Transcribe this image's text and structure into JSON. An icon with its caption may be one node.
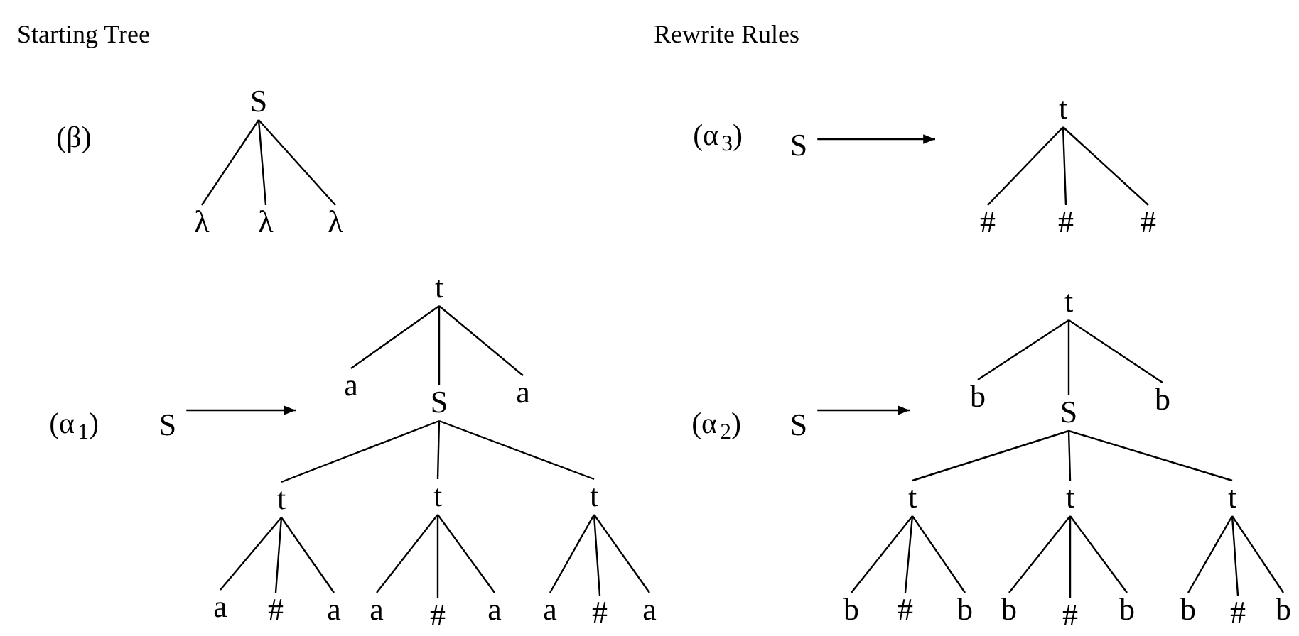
{
  "diagram": {
    "nodes": [
      {
        "text": [
          "S"
        ]
      },
      {
        "text": [
          "λ"
        ]
      },
      {
        "text": [
          "λ"
        ]
      },
      {
        "text": [
          "λ"
        ]
      },
      {
        "text": [
          "S"
        ]
      },
      {
        "text": [
          "t"
        ]
      },
      {
        "text": [
          "#"
        ]
      },
      {
        "text": [
          "#"
        ]
      },
      {
        "text": [
          "#"
        ]
      },
      {
        "text": [
          "S"
        ]
      },
      {
        "text": [
          "t"
        ]
      },
      {
        "text": [
          "a"
        ]
      },
      {
        "text": [
          "S"
        ]
      },
      {
        "text": [
          "a"
        ]
      },
      {
        "text": [
          "t"
        ]
      },
      {
        "text": [
          "t"
        ]
      },
      {
        "text": [
          "t"
        ]
      },
      {
        "text": [
          "a"
        ]
      },
      {
        "text": [
          "#"
        ]
      },
      {
        "text": [
          "a"
        ]
      },
      {
        "text": [
          "a"
        ]
      },
      {
        "text": [
          "#"
        ]
      },
      {
        "text": [
          "a"
        ]
      },
      {
        "text": [
          "a"
        ]
      },
      {
        "text": [
          "#"
        ]
      },
      {
        "text": [
          "a"
        ]
      },
      {
        "text": [
          "S"
        ]
      },
      {
        "text": [
          "t"
        ]
      },
      {
        "text": [
          "b"
        ]
      },
      {
        "text": [
          "S"
        ]
      },
      {
        "text": [
          "b"
        ]
      },
      {
        "text": [
          "t"
        ]
      },
      {
        "text": [
          "t"
        ]
      },
      {
        "text": [
          "t"
        ]
      },
      {
        "text": [
          "b"
        ]
      },
      {
        "text": [
          "#"
        ]
      },
      {
        "text": [
          "b"
        ]
      },
      {
        "text": [
          "b"
        ]
      },
      {
        "text": [
          "#"
        ]
      },
      {
        "text": [
          "b"
        ]
      },
      {
        "text": [
          "b"
        ]
      },
      {
        "text": [
          "#"
        ]
      },
      {
        "text": [
          "b"
        ]
      }
    ],
    "edges": [
      {
        "from": 0,
        "to": 1,
        "arrow": "none"
      },
      {
        "from": 0,
        "to": 2,
        "arrow": "none"
      },
      {
        "from": 0,
        "to": 3,
        "arrow": "none"
      },
      {
        "from": 4,
        "to": null,
        "arrow": "to"
      },
      {
        "from": 5,
        "to": 6,
        "arrow": "none"
      },
      {
        "from": 5,
        "to": 7,
        "arrow": "none"
      },
      {
        "from": 5,
        "to": 8,
        "arrow": "none"
      },
      {
        "from": 9,
        "to": null,
        "arrow": "to"
      },
      {
        "from": 10,
        "to": 11,
        "arrow": "none"
      },
      {
        "from": 10,
        "to": 12,
        "arrow": "none"
      },
      {
        "from": 10,
        "to": 13,
        "arrow": "none"
      },
      {
        "from": 12,
        "to": 14,
        "arrow": "none"
      },
      {
        "from": 12,
        "to": 15,
        "arrow": "none"
      },
      {
        "from": 12,
        "to": 16,
        "arrow": "none"
      },
      {
        "from": 14,
        "to": 17,
        "arrow": "none"
      },
      {
        "from": 14,
        "to": 18,
        "arrow": "none"
      },
      {
        "from": 14,
        "to": 19,
        "arrow": "none"
      },
      {
        "from": 15,
        "to": 20,
        "arrow": "none"
      },
      {
        "from": 15,
        "to": 21,
        "arrow": "none"
      },
      {
        "from": 15,
        "to": 22,
        "arrow": "none"
      },
      {
        "from": 16,
        "to": 23,
        "arrow": "none"
      },
      {
        "from": 16,
        "to": 24,
        "arrow": "none"
      },
      {
        "from": 16,
        "to": 25,
        "arrow": "none"
      },
      {
        "from": 26,
        "to": null,
        "arrow": "to"
      },
      {
        "from": 27,
        "to": 28,
        "arrow": "none"
      },
      {
        "from": 27,
        "to": 29,
        "arrow": "none"
      },
      {
        "from": 27,
        "to": 30,
        "arrow": "none"
      },
      {
        "from": 29,
        "to": 31,
        "arrow": "none"
      },
      {
        "from": 29,
        "to": 32,
        "arrow": "none"
      },
      {
        "from": 29,
        "to": 33,
        "arrow": "none"
      },
      {
        "from": 31,
        "to": 34,
        "arrow": "none"
      },
      {
        "from": 31,
        "to": 35,
        "arrow": "none"
      },
      {
        "from": 31,
        "to": 36,
        "arrow": "none"
      },
      {
        "from": 32,
        "to": 37,
        "arrow": "none"
      },
      {
        "from": 32,
        "to": 38,
        "arrow": "none"
      },
      {
        "from": 32,
        "to": 39,
        "arrow": "none"
      },
      {
        "from": 33,
        "to": 40,
        "arrow": "none"
      },
      {
        "from": 33,
        "to": 41,
        "arrow": "none"
      },
      {
        "from": 33,
        "to": 42,
        "arrow": "none"
      }
    ],
    "labels": [
      "Starting Tree",
      "Rewrite Rules",
      "(β)",
      "(α$_{3}$)",
      "(α$_{1}$)",
      "(α$_{2}$)"
    ]
  }
}
